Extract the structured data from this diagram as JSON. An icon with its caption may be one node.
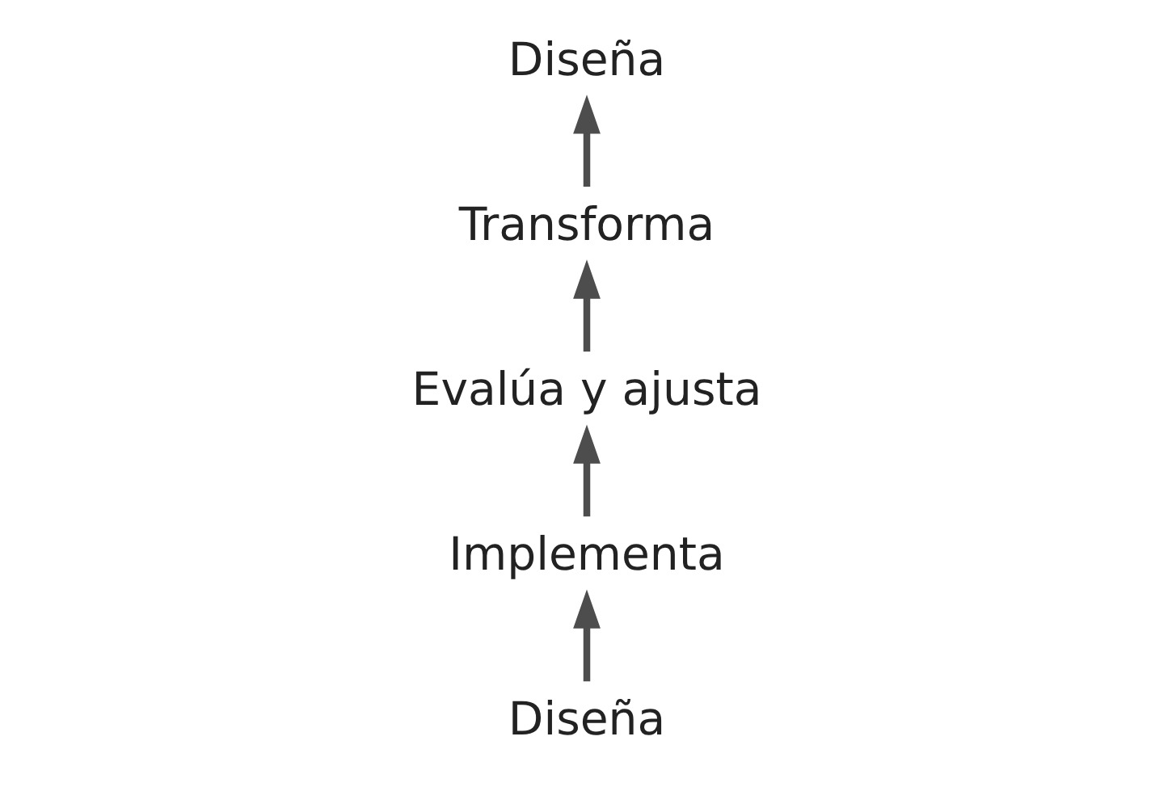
{
  "diagram": {
    "nodes": [
      {
        "text": [
          "Diseña"
        ]
      },
      {
        "text": [
          "Implementa"
        ]
      },
      {
        "text": [
          "Evalúa y ajusta"
        ]
      },
      {
        "text": [
          "Transforma"
        ]
      },
      {
        "text": [
          "Diseña"
        ]
      }
    ],
    "edges": [
      {
        "from": 0,
        "to": 1,
        "arrow": "to"
      },
      {
        "from": 1,
        "to": 2,
        "arrow": "to"
      },
      {
        "from": 2,
        "to": 3,
        "arrow": "to"
      },
      {
        "from": 3,
        "to": 4,
        "arrow": "to"
      }
    ]
  }
}
